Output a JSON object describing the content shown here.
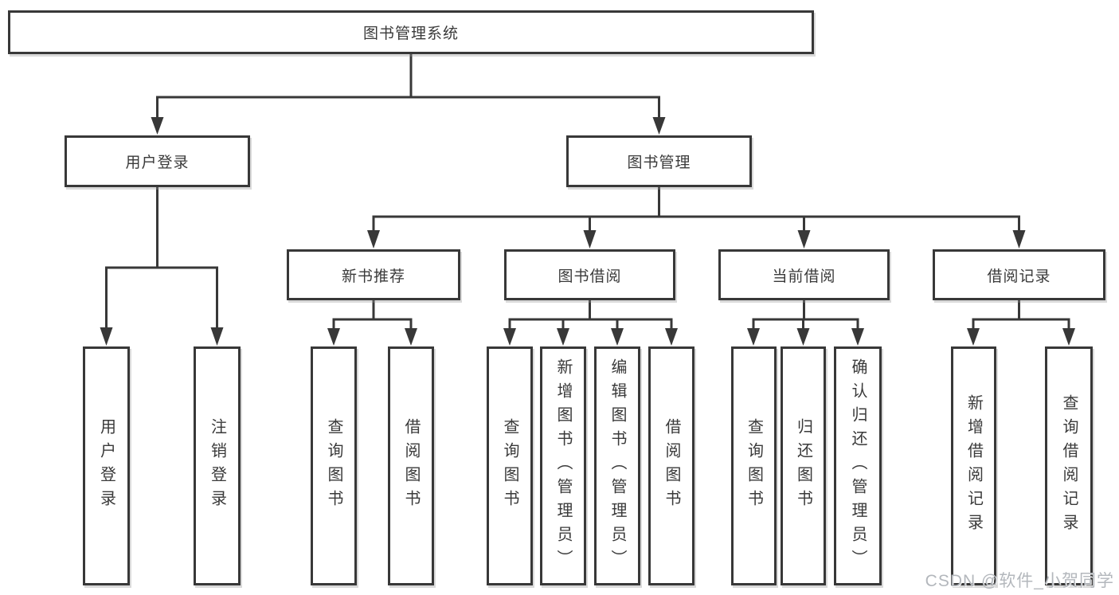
{
  "watermark": "CSDN @软件_小贺同学",
  "colors": {
    "line": "#383838",
    "text": "#3a3a3a",
    "watermark": "#b3b7bc",
    "background": "#ffffff"
  },
  "tree": {
    "root": "图书管理系统",
    "branches": [
      {
        "label": "用户登录",
        "children": [
          "用户登录",
          "注销登录"
        ]
      },
      {
        "label": "图书管理",
        "sections": [
          {
            "label": "新书推荐",
            "children": [
              "查询图书",
              "借阅图书"
            ]
          },
          {
            "label": "图书借阅",
            "children": [
              "查询图书",
              "新增图书（管理员）",
              "编辑图书（管理员）",
              "借阅图书"
            ]
          },
          {
            "label": "当前借阅",
            "children": [
              "查询图书",
              "归还图书",
              "确认归还（管理员）"
            ]
          },
          {
            "label": "借阅记录",
            "children": [
              "新增借阅记录",
              "查询借阅记录"
            ]
          }
        ]
      }
    ]
  }
}
